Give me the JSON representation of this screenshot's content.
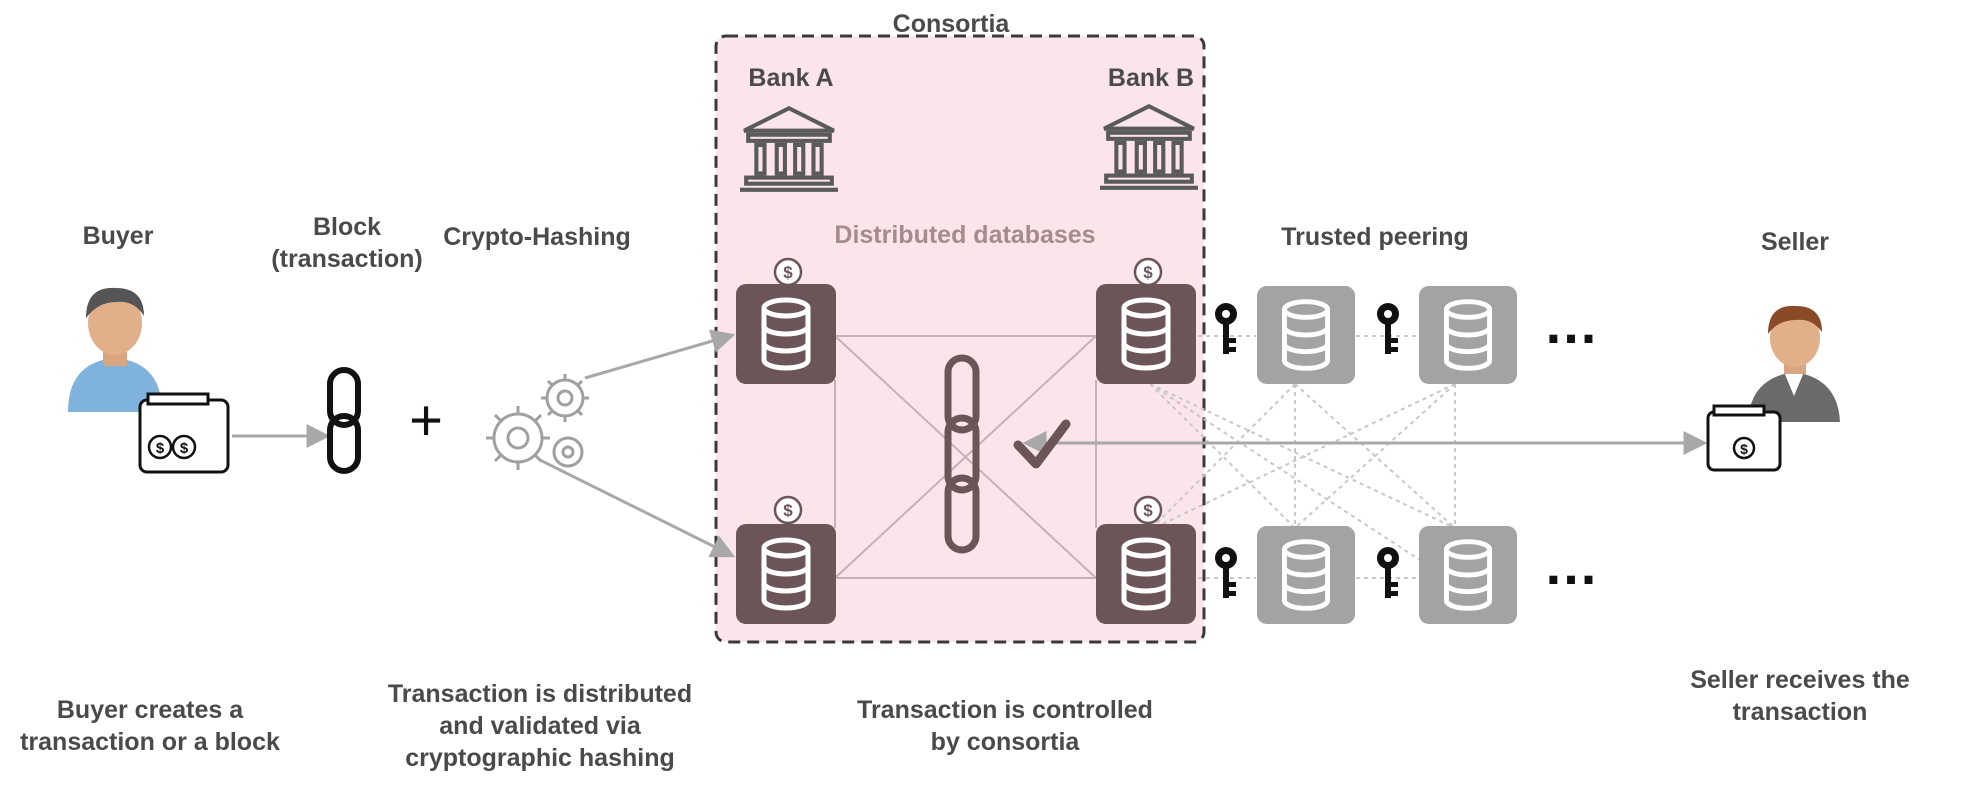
{
  "labels": {
    "consortia": "Consortia",
    "bank_a": "Bank A",
    "bank_b": "Bank B",
    "buyer": "Buyer",
    "block_line1": "Block",
    "block_line2": "(transaction)",
    "crypto_hashing": "Crypto-Hashing",
    "distributed_databases": "Distributed databases",
    "trusted_peering": "Trusted peering",
    "seller": "Seller",
    "plus": "+",
    "ellipsis_top": "...",
    "ellipsis_bottom": "..."
  },
  "captions": {
    "buyer_line1": "Buyer creates a",
    "buyer_line2": "transaction or a block",
    "hash_line1": "Transaction is distributed",
    "hash_line2": "and validated via",
    "hash_line3": "cryptographic hashing",
    "consortia_line1": "Transaction is controlled",
    "consortia_line2": "by consortia",
    "seller_line1": "Seller receives the",
    "seller_line2": "transaction"
  },
  "icons": {
    "bank": "bank-building-icon",
    "database": "database-icon",
    "dollar_coin": "dollar-coin-icon",
    "key": "key-icon",
    "chain": "chain-link-icon",
    "gears": "gears-icon",
    "wallet": "wallet-icon",
    "person": "person-avatar-icon",
    "check": "checkmark-icon"
  },
  "colors": {
    "consortia_fill": "#fbe4ea",
    "consortia_border": "#3a3a3a",
    "bank_db": "#6b5559",
    "peer_db": "#a3a3a3",
    "arrow": "#a8a8a8",
    "text": "#4a4a4a"
  }
}
